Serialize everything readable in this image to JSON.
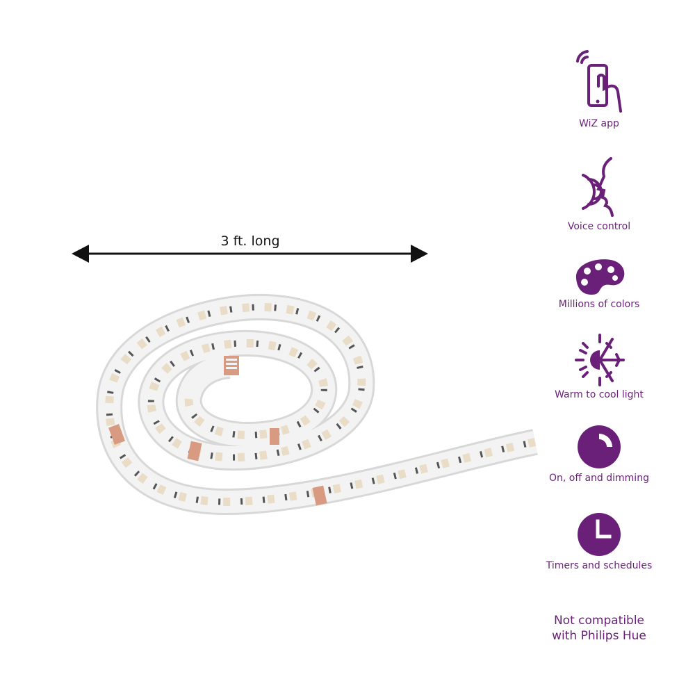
{
  "dimension": {
    "label": "3 ft. long"
  },
  "features": [
    {
      "icon": "smartphone-touch-icon",
      "label": "WiZ app"
    },
    {
      "icon": "voice-control-icon",
      "label": "Voice control"
    },
    {
      "icon": "color-palette-icon",
      "label": "Millions of colors"
    },
    {
      "icon": "sun-snowflake-icon",
      "label": "Warm to cool light"
    },
    {
      "icon": "dimming-icon",
      "label": "On, off and dimming"
    },
    {
      "icon": "clock-icon",
      "label": "Timers and schedules"
    }
  ],
  "note": {
    "line1": "Not compatible",
    "line2": "with Philips Hue"
  },
  "colors": {
    "accent": "#6a1f79",
    "arrow": "#111111"
  }
}
